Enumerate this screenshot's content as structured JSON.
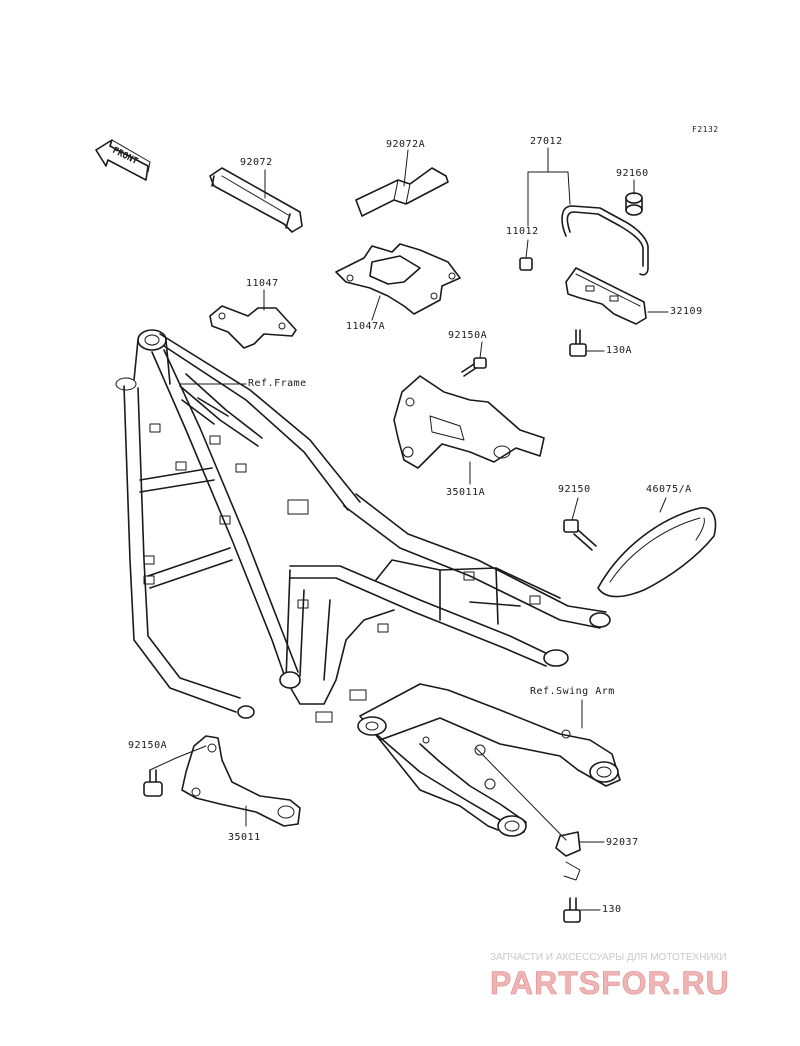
{
  "figure_code": "F2132",
  "front_arrow_text": "FRONT",
  "callouts": {
    "p92072": "92072",
    "p92072A": "92072A",
    "p27012": "27012",
    "p92160": "92160",
    "p11012": "11012",
    "p32109": "32109",
    "p11047": "11047",
    "p11047A": "11047A",
    "p92150A_top": "92150A",
    "p130A": "130A",
    "ref_frame": "Ref.Frame",
    "p35011A": "35011A",
    "p92150": "92150",
    "p46075A": "46075/A",
    "ref_swing_arm": "Ref.Swing Arm",
    "p92150A_bottom": "92150A",
    "p35011": "35011",
    "p92037": "92037",
    "p130": "130"
  },
  "watermark": {
    "tagline": "ЗАПЧАСТИ И АКСЕССУАРЫ ДЛЯ МОТОТЕХНИКИ",
    "logo": "PARTSFOR.RU",
    "color": "#e8a0a0"
  }
}
